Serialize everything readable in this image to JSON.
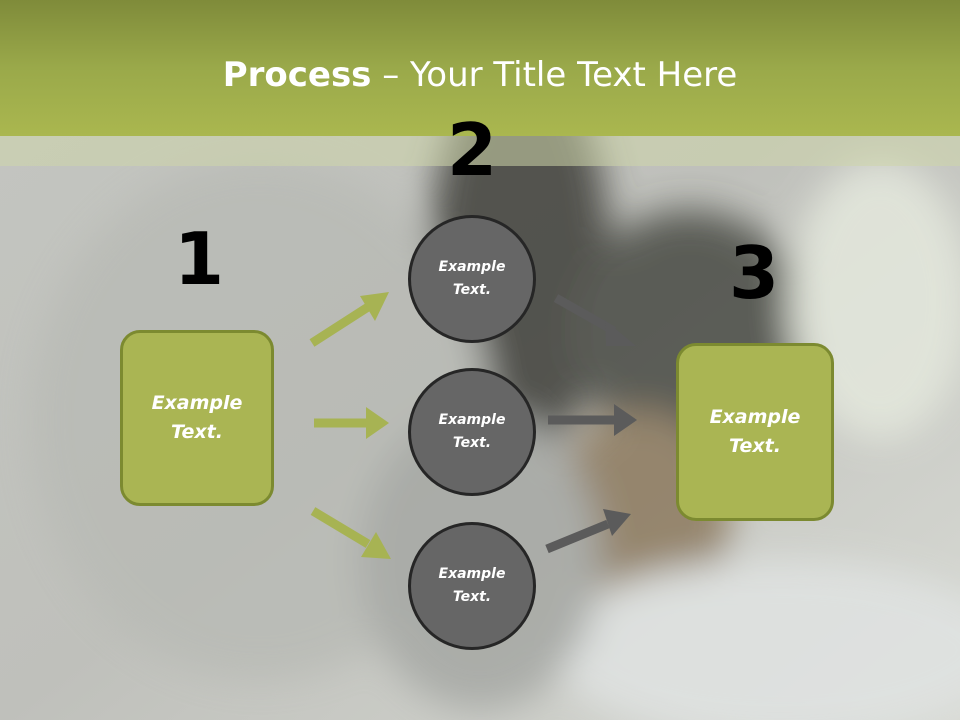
{
  "title": {
    "bold": "Process",
    "rest": " – Your Title Text Here"
  },
  "steps": [
    {
      "number": "1",
      "label_line1": "Example",
      "label_line2": "Text."
    },
    {
      "number": "2",
      "label_line1": "Example",
      "label_line2": "Text."
    },
    {
      "number": "3",
      "label_line1": "Example",
      "label_line2": "Text."
    }
  ],
  "circles": [
    {
      "line1": "Example",
      "line2": "Text."
    },
    {
      "line1": "Example",
      "line2": "Text."
    },
    {
      "line1": "Example",
      "line2": "Text."
    }
  ],
  "colors": {
    "accent_green": "#aab553",
    "accent_green_border": "#7c8a30",
    "circle_fill": "#666666",
    "arrow_green": "#a7b353",
    "arrow_gray": "#5b5b5b"
  }
}
